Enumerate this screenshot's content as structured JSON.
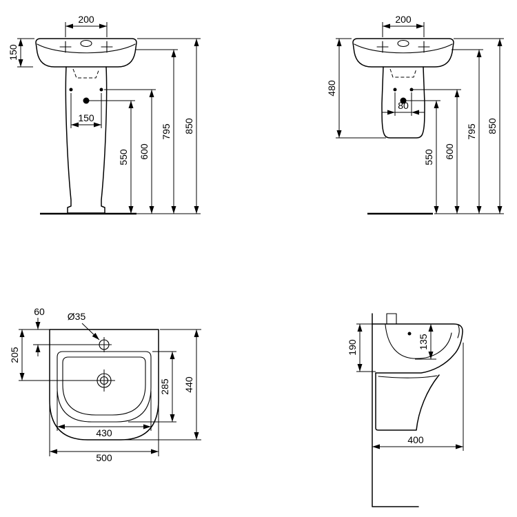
{
  "views": {
    "front_pedestal": {
      "dims": {
        "tap_spacing": "200",
        "basin_height": "150",
        "bolt_spacing": "150",
        "drain_height": "550",
        "bolt_height": "600",
        "deck_height": "795",
        "overall_height": "850"
      }
    },
    "front_semi": {
      "dims": {
        "tap_spacing": "200",
        "pedestal_height": "480",
        "bolt_spacing": "80",
        "drain_height": "550",
        "bolt_height": "600",
        "deck_height": "795",
        "overall_height": "850"
      }
    },
    "plan": {
      "dims": {
        "tap_offset": "60",
        "tap_diameter": "Ø35",
        "drain_offset": "205",
        "bowl_depth": "285",
        "depth": "440",
        "bowl_width": "430",
        "width": "500"
      }
    },
    "side": {
      "dims": {
        "basin_side_height": "190",
        "bowl_inner_depth": "135",
        "projection": "400"
      }
    }
  }
}
